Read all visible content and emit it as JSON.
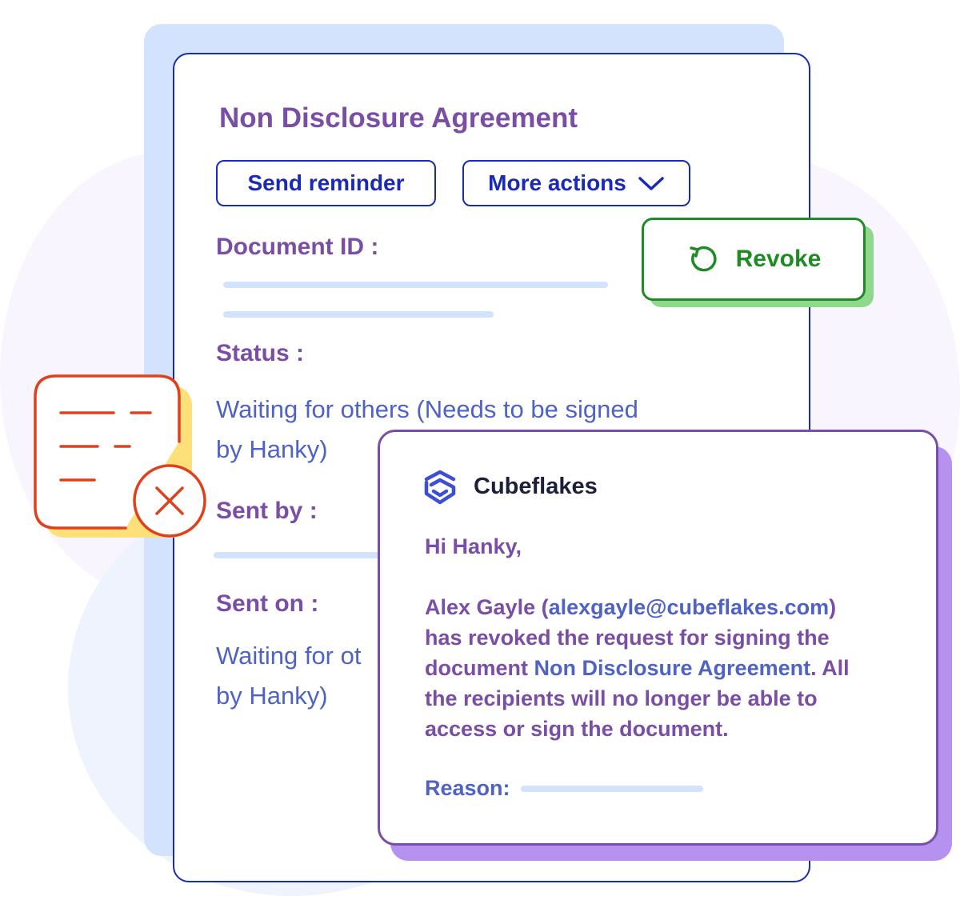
{
  "document": {
    "title": "Non Disclosure Agreement",
    "send_reminder_label": "Send reminder",
    "more_actions_label": "More actions",
    "document_id_label": "Document ID :",
    "status_label": "Status :",
    "status_line1": "Waiting for others (Needs to be signed",
    "status_line2": "by Hanky)",
    "sent_by_label": "Sent by :",
    "sent_on_label": "Sent on :",
    "sent_on_line1": "Waiting for ot",
    "sent_on_line2": "by Hanky)"
  },
  "revoke": {
    "label": "Revoke"
  },
  "email": {
    "brand": "Cubeflakes",
    "greeting": "Hi Hanky,",
    "sender_name": "Alex Gayle (",
    "sender_email": "alexgayle@cubeflakes.com",
    "sender_close": ")",
    "line2": "has revoked the request for signing the",
    "line3_a": "document ",
    "line3_b": "Non Disclosure Agreement",
    "line3_c": ". All",
    "line4": "the recipients will no longer be able to",
    "line5": "access or sign the document.",
    "reason_label": "Reason:"
  },
  "icons": {
    "chevron": "chevron-down-icon",
    "revoke": "revoke-icon",
    "document_cancel": "document-cancel-icon",
    "logo": "cubeflakes-logo-icon"
  },
  "colors": {
    "primary_blue": "#1a2ab8",
    "purple": "#7b4ea6",
    "text_blue": "#4f63c5",
    "green": "#1f8b24",
    "red": "#e0401c"
  }
}
